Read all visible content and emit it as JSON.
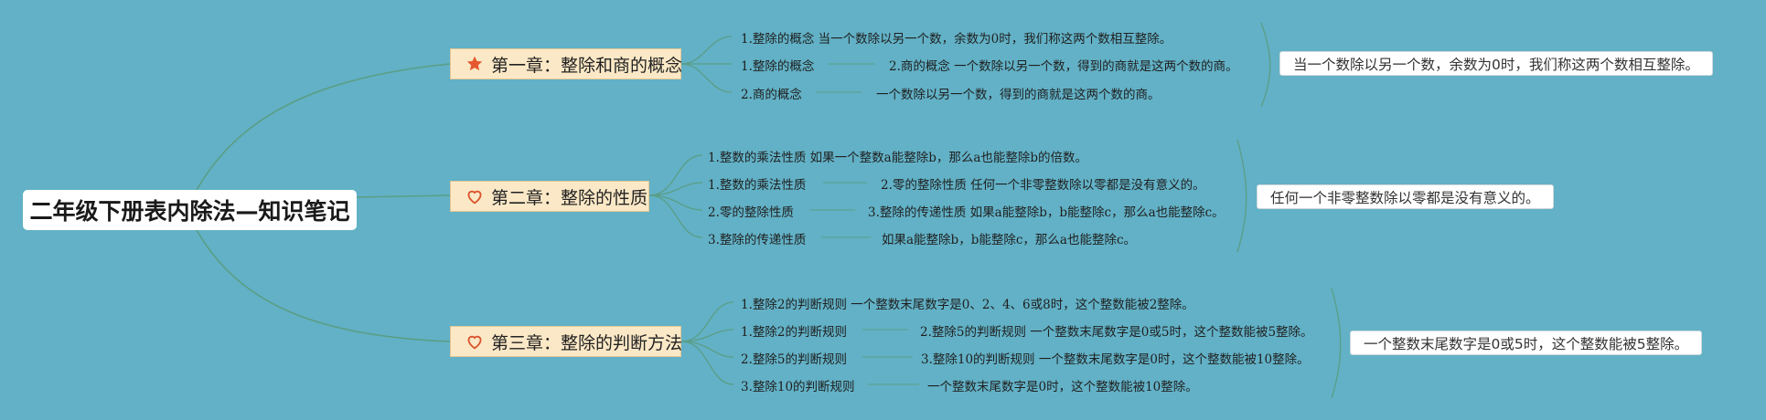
{
  "root": {
    "title": "二年级下册表内除法—知识笔记"
  },
  "chapters": [
    {
      "title": "第一章：整除和商的概念",
      "icon": "star-icon",
      "items": [
        "1.整除的概念 当一个数除以另一个数，余数为0时，我们称这两个数相互整除。",
        "1.整除的概念",
        "2.商的概念 一个数除以另一个数，得到的商就是这两个数的商。",
        "2.商的概念",
        "一个数除以另一个数，得到的商就是这两个数的商。"
      ],
      "summary": "当一个数除以另一个数，余数为0时，我们称这两个数相互整除。"
    },
    {
      "title": "第二章：整除的性质",
      "icon": "heart-icon",
      "items": [
        "1.整数的乘法性质 如果一个整数a能整除b，那么a也能整除b的倍数。",
        "1.整数的乘法性质",
        "2.零的整除性质 任何一个非零整数除以零都是没有意义的。",
        "2.零的整除性质",
        "3.整除的传递性质 如果a能整除b，b能整除c，那么a也能整除c。",
        "3.整除的传递性质",
        "如果a能整除b，b能整除c，那么a也能整除c。"
      ],
      "summary": "任何一个非零整数除以零都是没有意义的。"
    },
    {
      "title": "第三章：整除的判断方法",
      "icon": "heart-icon",
      "items": [
        "1.整除2的判断规则 一个整数末尾数字是0、2、4、6或8时，这个整数能被2整除。",
        "1.整除2的判断规则",
        "2.整除5的判断规则 一个整数末尾数字是0或5时，这个整数能被5整除。",
        "2.整除5的判断规则",
        "3.整除10的判断规则 一个整数末尾数字是0时，这个整数能被10整除。",
        "3.整除10的判断规则",
        "一个整数末尾数字是0时，这个整数能被10整除。"
      ],
      "summary": "一个整数末尾数字是0或5时，这个整数能被5整除。"
    }
  ],
  "colors": {
    "background": "#62b1c6",
    "line": "#5a9e86",
    "chapter_fill": "#fbe8c6",
    "star": "#e5572c",
    "heart": "#d9532b"
  }
}
